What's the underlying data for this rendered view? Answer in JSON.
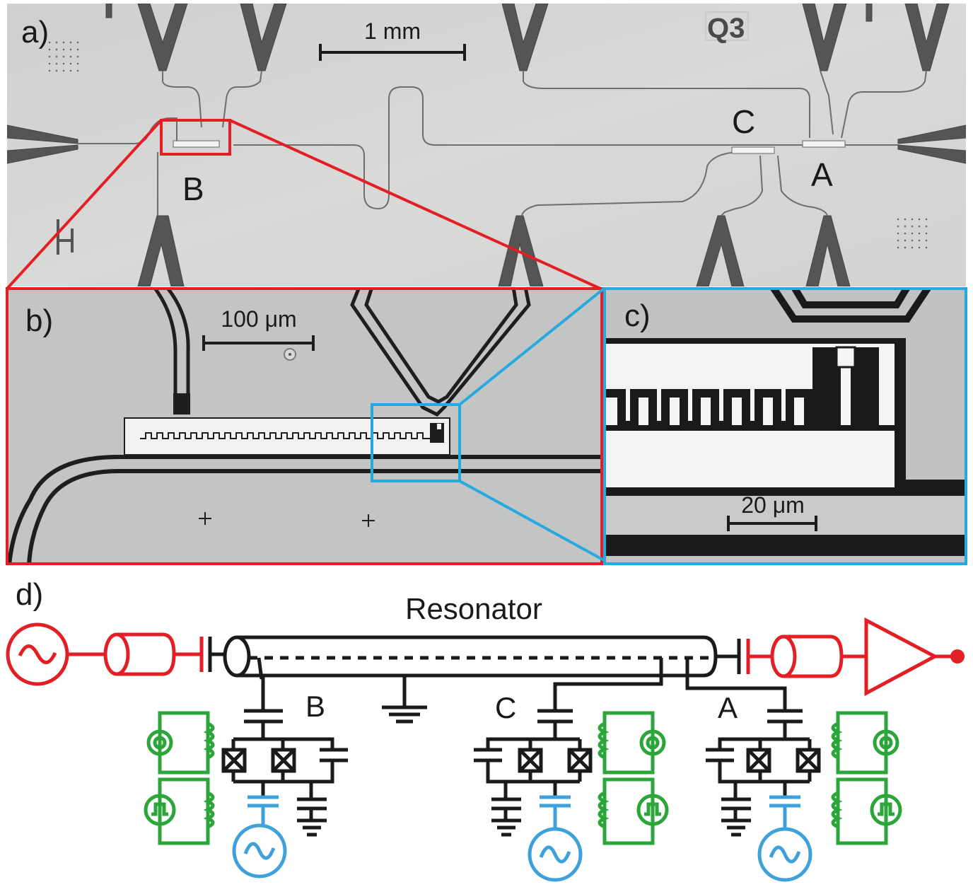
{
  "panels": {
    "a": {
      "label": "a)",
      "scale_bar": "1 mm",
      "markers": {
        "b": "B",
        "c": "C",
        "a": "A"
      },
      "chip_mark": "Q3"
    },
    "b": {
      "label": "b)",
      "scale_bar": "100 μm"
    },
    "c": {
      "label": "c)",
      "scale_bar": "20 μm"
    },
    "d": {
      "label": "d)",
      "title": "Resonator",
      "qubit_labels": {
        "b": "B",
        "c": "C",
        "a": "A"
      }
    }
  },
  "colors": {
    "zoom_b_frame": "#e31e24",
    "zoom_c_frame": "#25a9e0",
    "drive_line": "#e31e24",
    "flux_line": "#2ca53a",
    "qubit_drive": "#3fa1da",
    "circuit": "#1a1a1a",
    "chip_bg": "#d6d6d4"
  }
}
